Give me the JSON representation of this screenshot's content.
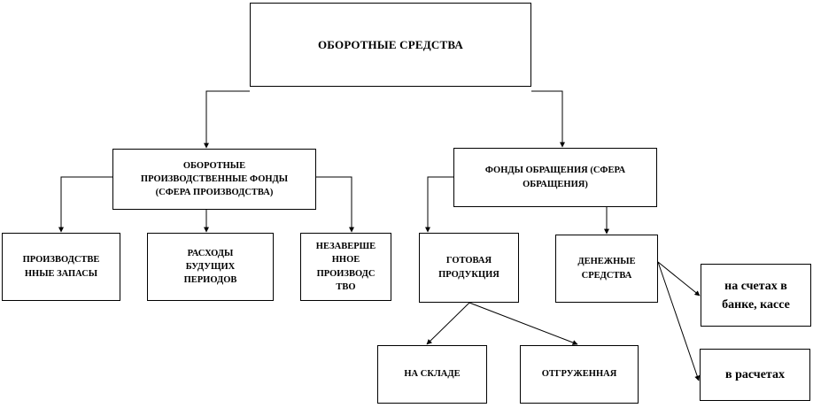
{
  "diagram": {
    "root": "ОБОРОТНЫЕ   СРЕДСТВА",
    "production_funds": "ОБОРОТНЫЕ\nПРОИЗВОДСТВЕННЫЕ  ФОНДЫ\n(СФЕРА ПРОИЗВОДСТВА)",
    "circulation_funds": "ФОНДЫ ОБРАЩЕНИЯ (СФЕРА\nОБРАЩЕНИЯ)",
    "inventory": "ПРОИЗВОДСТВЕ\nННЫЕ ЗАПАСЫ",
    "deferred_expenses": "РАСХОДЫ\nБУДУЩИХ\nПЕРИОДОВ",
    "work_in_progress": "НЕЗАВЕРШЕ\nННОЕ\nПРОИЗВОДС\nТВО",
    "finished_goods": "ГОТОВАЯ\nПРОДУКЦИЯ",
    "cash": "ДЕНЕЖНЫЕ\nСРЕДСТВА",
    "bank_accounts": "на счетах в\nбанке, кассе",
    "settlements": "в расчетах",
    "in_warehouse": "НА СКЛАДЕ",
    "shipped": "ОТГРУЖЕННАЯ"
  }
}
